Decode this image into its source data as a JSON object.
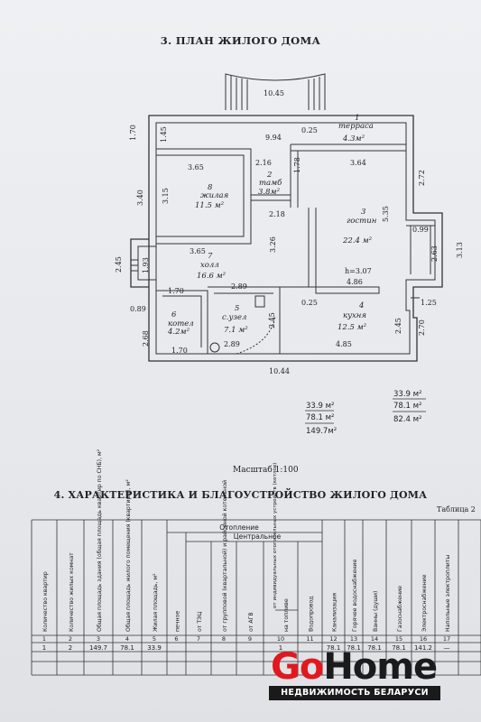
{
  "plan": {
    "title": "3. ПЛАН ЖИЛОГО ДОМА",
    "rooms": [
      {
        "number": "1",
        "name": "терраса",
        "area": "4.3м²"
      },
      {
        "number": "2",
        "name": "тамб",
        "area": "3.8м²"
      },
      {
        "number": "3",
        "name": "гостин",
        "area": "22.4 м²"
      },
      {
        "number": "4",
        "name": "кухня",
        "area": "12.5 м²"
      },
      {
        "number": "5",
        "name": "с.узел",
        "area": "7.1 м²"
      },
      {
        "number": "6",
        "name": "котел",
        "area": "4.2м²"
      },
      {
        "number": "7",
        "name": "холл",
        "area": "16.6 м²"
      },
      {
        "number": "8",
        "name": "жилая",
        "area": "11.5 м²"
      }
    ],
    "dimensions": [
      "10.45",
      "1.70",
      "1.45",
      "9.94",
      "0.25",
      "2.16",
      "1.78",
      "3.65",
      "3.64",
      "2.72",
      "3.40",
      "3.15",
      "2.18",
      "5.35",
      "0.99",
      "3.13",
      "3.26",
      "3.65",
      "2.63",
      "2.45",
      "1.93",
      "h=3.07",
      "4.86",
      "1.70",
      "2.89",
      "1.25",
      "0.89",
      "0.25",
      "2.45",
      "2.45",
      "2.70",
      "2.68",
      "1.70",
      "2.89",
      "4.85",
      "10.44"
    ],
    "sum_left": [
      "33.9 м²",
      "78.1 м²",
      "149.7м²"
    ],
    "sum_right": [
      "33.9 м²",
      "78.1 м²",
      "82.4 м²"
    ],
    "scale": "Масштаб  1:100"
  },
  "table": {
    "title": "4. ХАРАКТЕРИСТИКА И БЛАГОУСТРОЙСТВО ЖИЛОГО ДОМА",
    "label": "Таблица 2",
    "group_heating": "Отопление",
    "group_central": "Центральное",
    "headers": [
      "Количество квартир",
      "Количество жилых комнат",
      "Общая площадь здания (общая площадь квартир по СНБ), м²",
      "Общая площадь жилого помещения (квартиры), м²",
      "Жилая площадь, м²",
      "печное",
      "от ТЭЦ",
      "от групповой (квартальной) и районной котельной",
      "от АГВ",
      "от индивидуальных отопительных устройств (котлов)",
      "на топливе",
      "Водопровод",
      "Канализация",
      "Горячее водоснабжение",
      "Ванны (души)",
      "Газоснабжение",
      "Электроснабжение",
      "Напольные электроплиты"
    ],
    "col_numbers": [
      "1",
      "2",
      "3",
      "4",
      "5",
      "6",
      "7",
      "8",
      "9",
      "10",
      "11",
      "12",
      "13",
      "14",
      "15",
      "16",
      "17"
    ],
    "row": [
      "1",
      "2",
      "149.7",
      "78.1",
      "33.9",
      "",
      "",
      "",
      "",
      "1",
      "",
      "78.1",
      "78.1",
      "78.1",
      "78.1",
      "141.2",
      "—"
    ]
  },
  "watermark": {
    "brand_go": "Go",
    "brand_home": "Home",
    "tagline": "НЕДВИЖИМОСТЬ БЕЛАРУСИ"
  }
}
